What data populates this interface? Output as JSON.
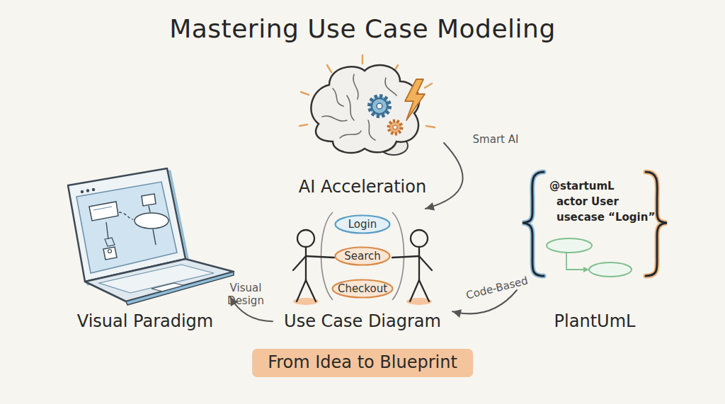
{
  "diagram": {
    "title": "Mastering Use Case Modeling",
    "caption": "From Idea to Blueprint",
    "nodes": [
      {
        "text": [
          "AI Acceleration"
        ]
      },
      {
        "text": [
          "Visual Paradigm"
        ]
      },
      {
        "text": [
          "Use Case Diagram"
        ]
      },
      {
        "text": [
          "Login"
        ],
        "in": 2
      },
      {
        "text": [
          "Search"
        ],
        "in": 2
      },
      {
        "text": [
          "Checkout"
        ],
        "in": 2
      },
      {
        "text": [
          "PlantUmL"
        ]
      }
    ],
    "edges": [
      {
        "from": 0,
        "to": 2,
        "arrow": "to",
        "label": "Smart AI"
      },
      {
        "from": 6,
        "to": 2,
        "arrow": "to",
        "label": "Code-Based"
      },
      {
        "from": 2,
        "to": 1,
        "arrow": "to",
        "label": "Visual Design"
      }
    ],
    "labels": [
      "@startumL",
      "actor User",
      "usecase “Login”"
    ]
  }
}
